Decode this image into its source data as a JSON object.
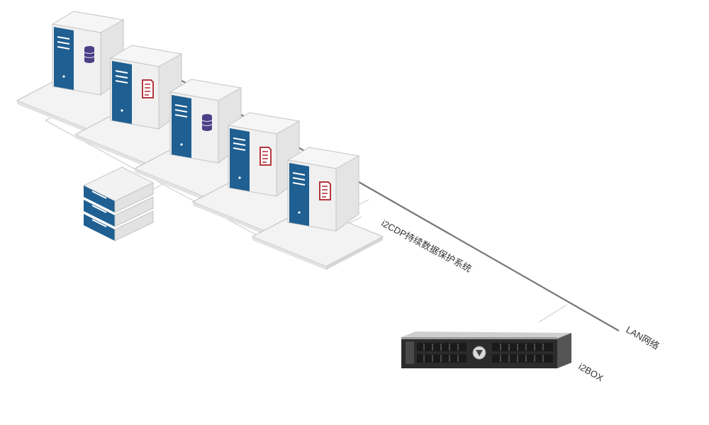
{
  "labels": {
    "system": "i2CDP持续数据保护系统",
    "network": "LAN网络",
    "device": "i2BOX"
  },
  "servers": [
    {
      "icon": "database-icon"
    },
    {
      "icon": "document-icon"
    },
    {
      "icon": "database-icon"
    },
    {
      "icon": "document-icon"
    },
    {
      "icon": "document-icon"
    }
  ],
  "colors": {
    "server_face": "#1f5f91",
    "server_side": "#e6e6e6",
    "base": "#f3f3f3",
    "db_icon": "#4b3f86",
    "doc_icon": "#b5363d",
    "network_line": "#777777"
  }
}
